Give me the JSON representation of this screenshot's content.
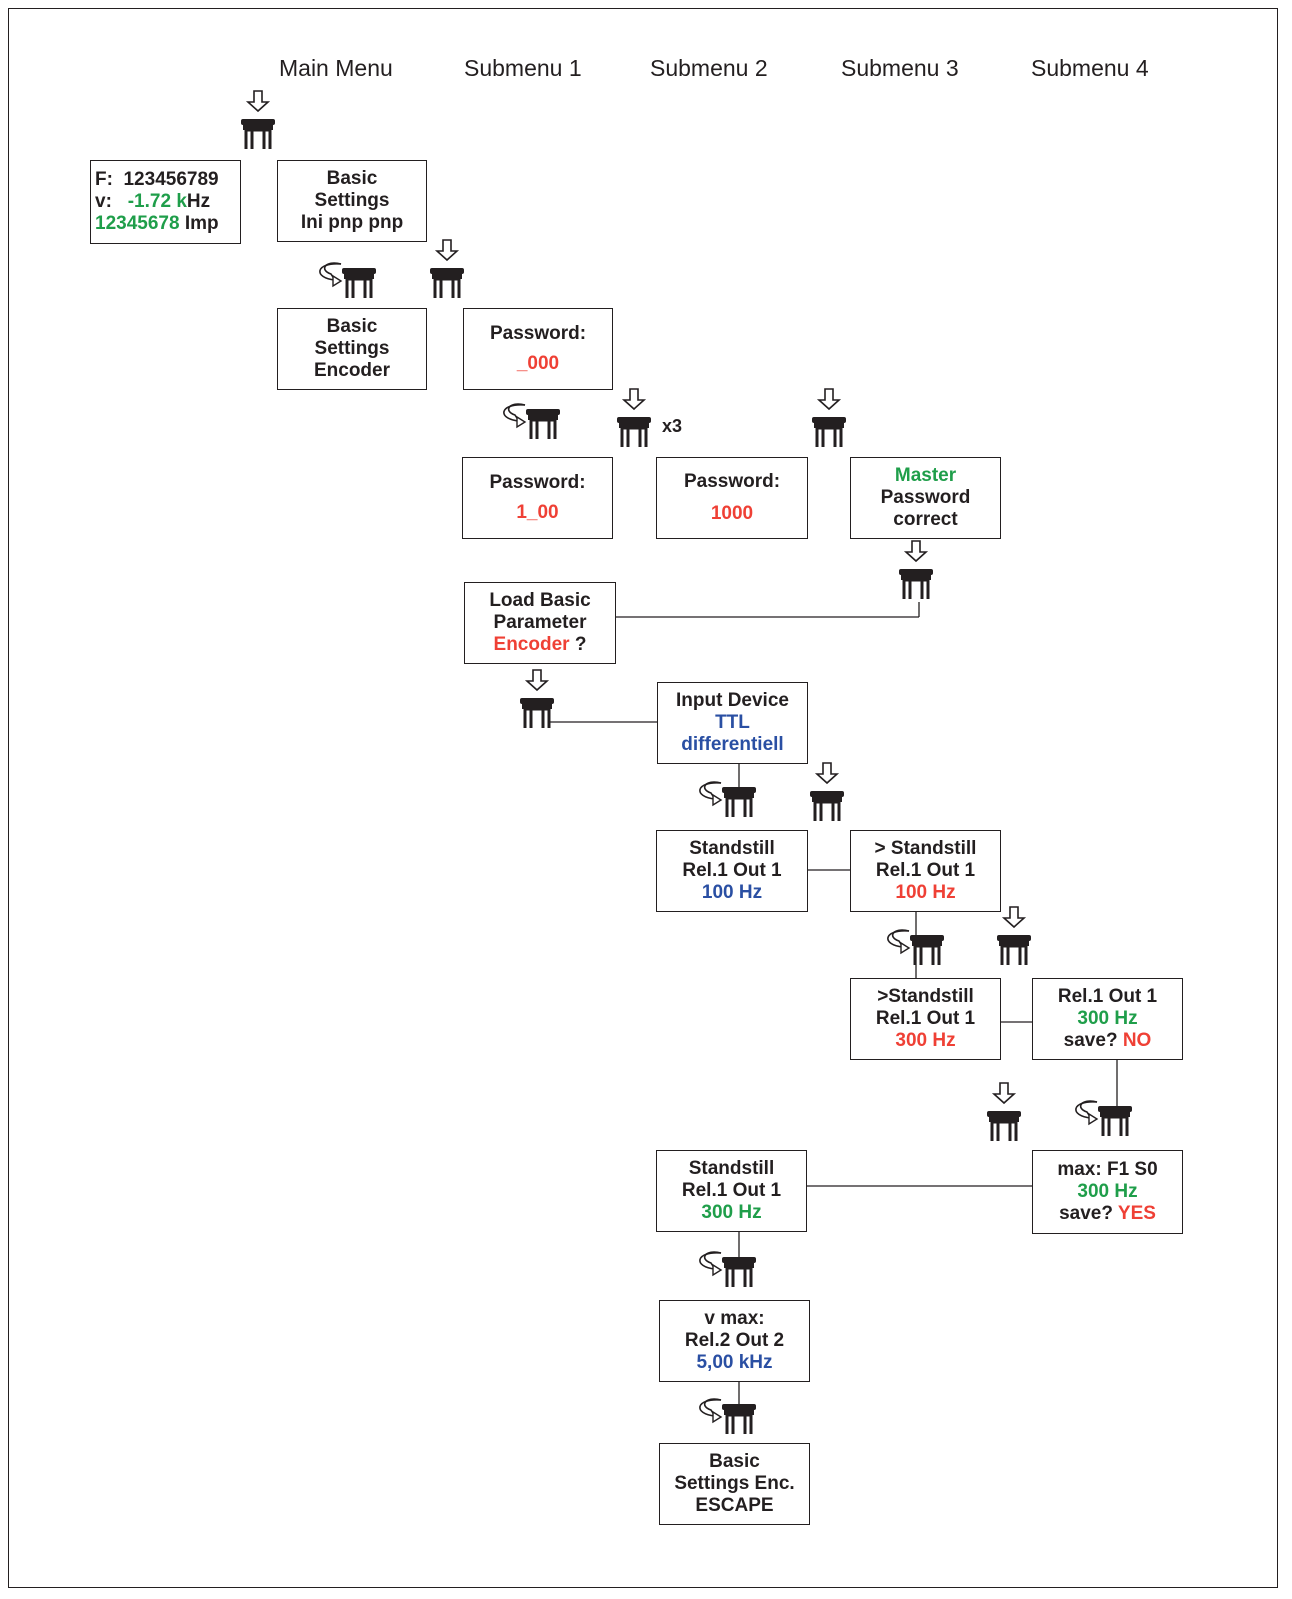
{
  "header": {
    "main_menu": "Main Menu",
    "submenu_1": "Submenu 1",
    "submenu_2": "Submenu 2",
    "submenu_3": "Submenu 3",
    "submenu_4": "Submenu 4"
  },
  "colors": {
    "text": "#231f20",
    "red": "#ef4035",
    "green": "#1f9e4a",
    "blue": "#2a4fa3"
  },
  "icons": {
    "press": "press-button-icon",
    "turn": "turn-knob-icon",
    "arrow": "down-arrow-icon"
  },
  "boxes": {
    "display": {
      "l1a": "F:  123456789",
      "l2a": "v:   ",
      "l2b": "-1.72 k",
      "l2c": "Hz",
      "l3a": "12345678",
      "l3b": " Imp"
    },
    "basic_ini": {
      "l1": "Basic",
      "l2": "Settings",
      "l3": "Ini pnp pnp"
    },
    "basic_enc": {
      "l1": "Basic",
      "l2": "Settings",
      "l3": "Encoder"
    },
    "pw1": {
      "l1": "Password:",
      "l2": "_000"
    },
    "pw2": {
      "l1": "Password:",
      "l2": "1_00"
    },
    "pw3": {
      "l1": "Password:",
      "l2": "1000"
    },
    "master": {
      "l1": "Master",
      "l2": "Password",
      "l3": "correct"
    },
    "load": {
      "l1": "Load Basic",
      "l2": "Parameter",
      "l3a": "Encoder",
      "l3b": " ?"
    },
    "input": {
      "l1": "Input Device",
      "l2": "TTL",
      "l3": "differentiell"
    },
    "stand1": {
      "l1": "Standstill",
      "l2": "Rel.1 Out 1",
      "l3": "100 Hz"
    },
    "stand2": {
      "l1": "> Standstill",
      "l2": "Rel.1 Out 1",
      "l3": "100 Hz"
    },
    "stand3": {
      "l1": ">Standstill",
      "l2": "Rel.1 Out 1",
      "l3": "300 Hz"
    },
    "rel_save_no": {
      "l1": "Rel.1 Out 1",
      "l2": "300 Hz",
      "l3a": "save? ",
      "l3b": "NO"
    },
    "max_save_yes": {
      "l1": "max: F1 S0",
      "l2": "300 Hz",
      "l3a": "save? ",
      "l3b": "YES"
    },
    "stand4": {
      "l1": "Standstill",
      "l2": "Rel.1 Out 1",
      "l3": "300 Hz"
    },
    "vmax": {
      "l1": "v max:",
      "l2": "Rel.2 Out 2",
      "l3": "5,00 kHz"
    },
    "escape": {
      "l1": "Basic",
      "l2": "Settings Enc.",
      "l3": "ESCAPE"
    }
  },
  "repeat_label": "x3"
}
